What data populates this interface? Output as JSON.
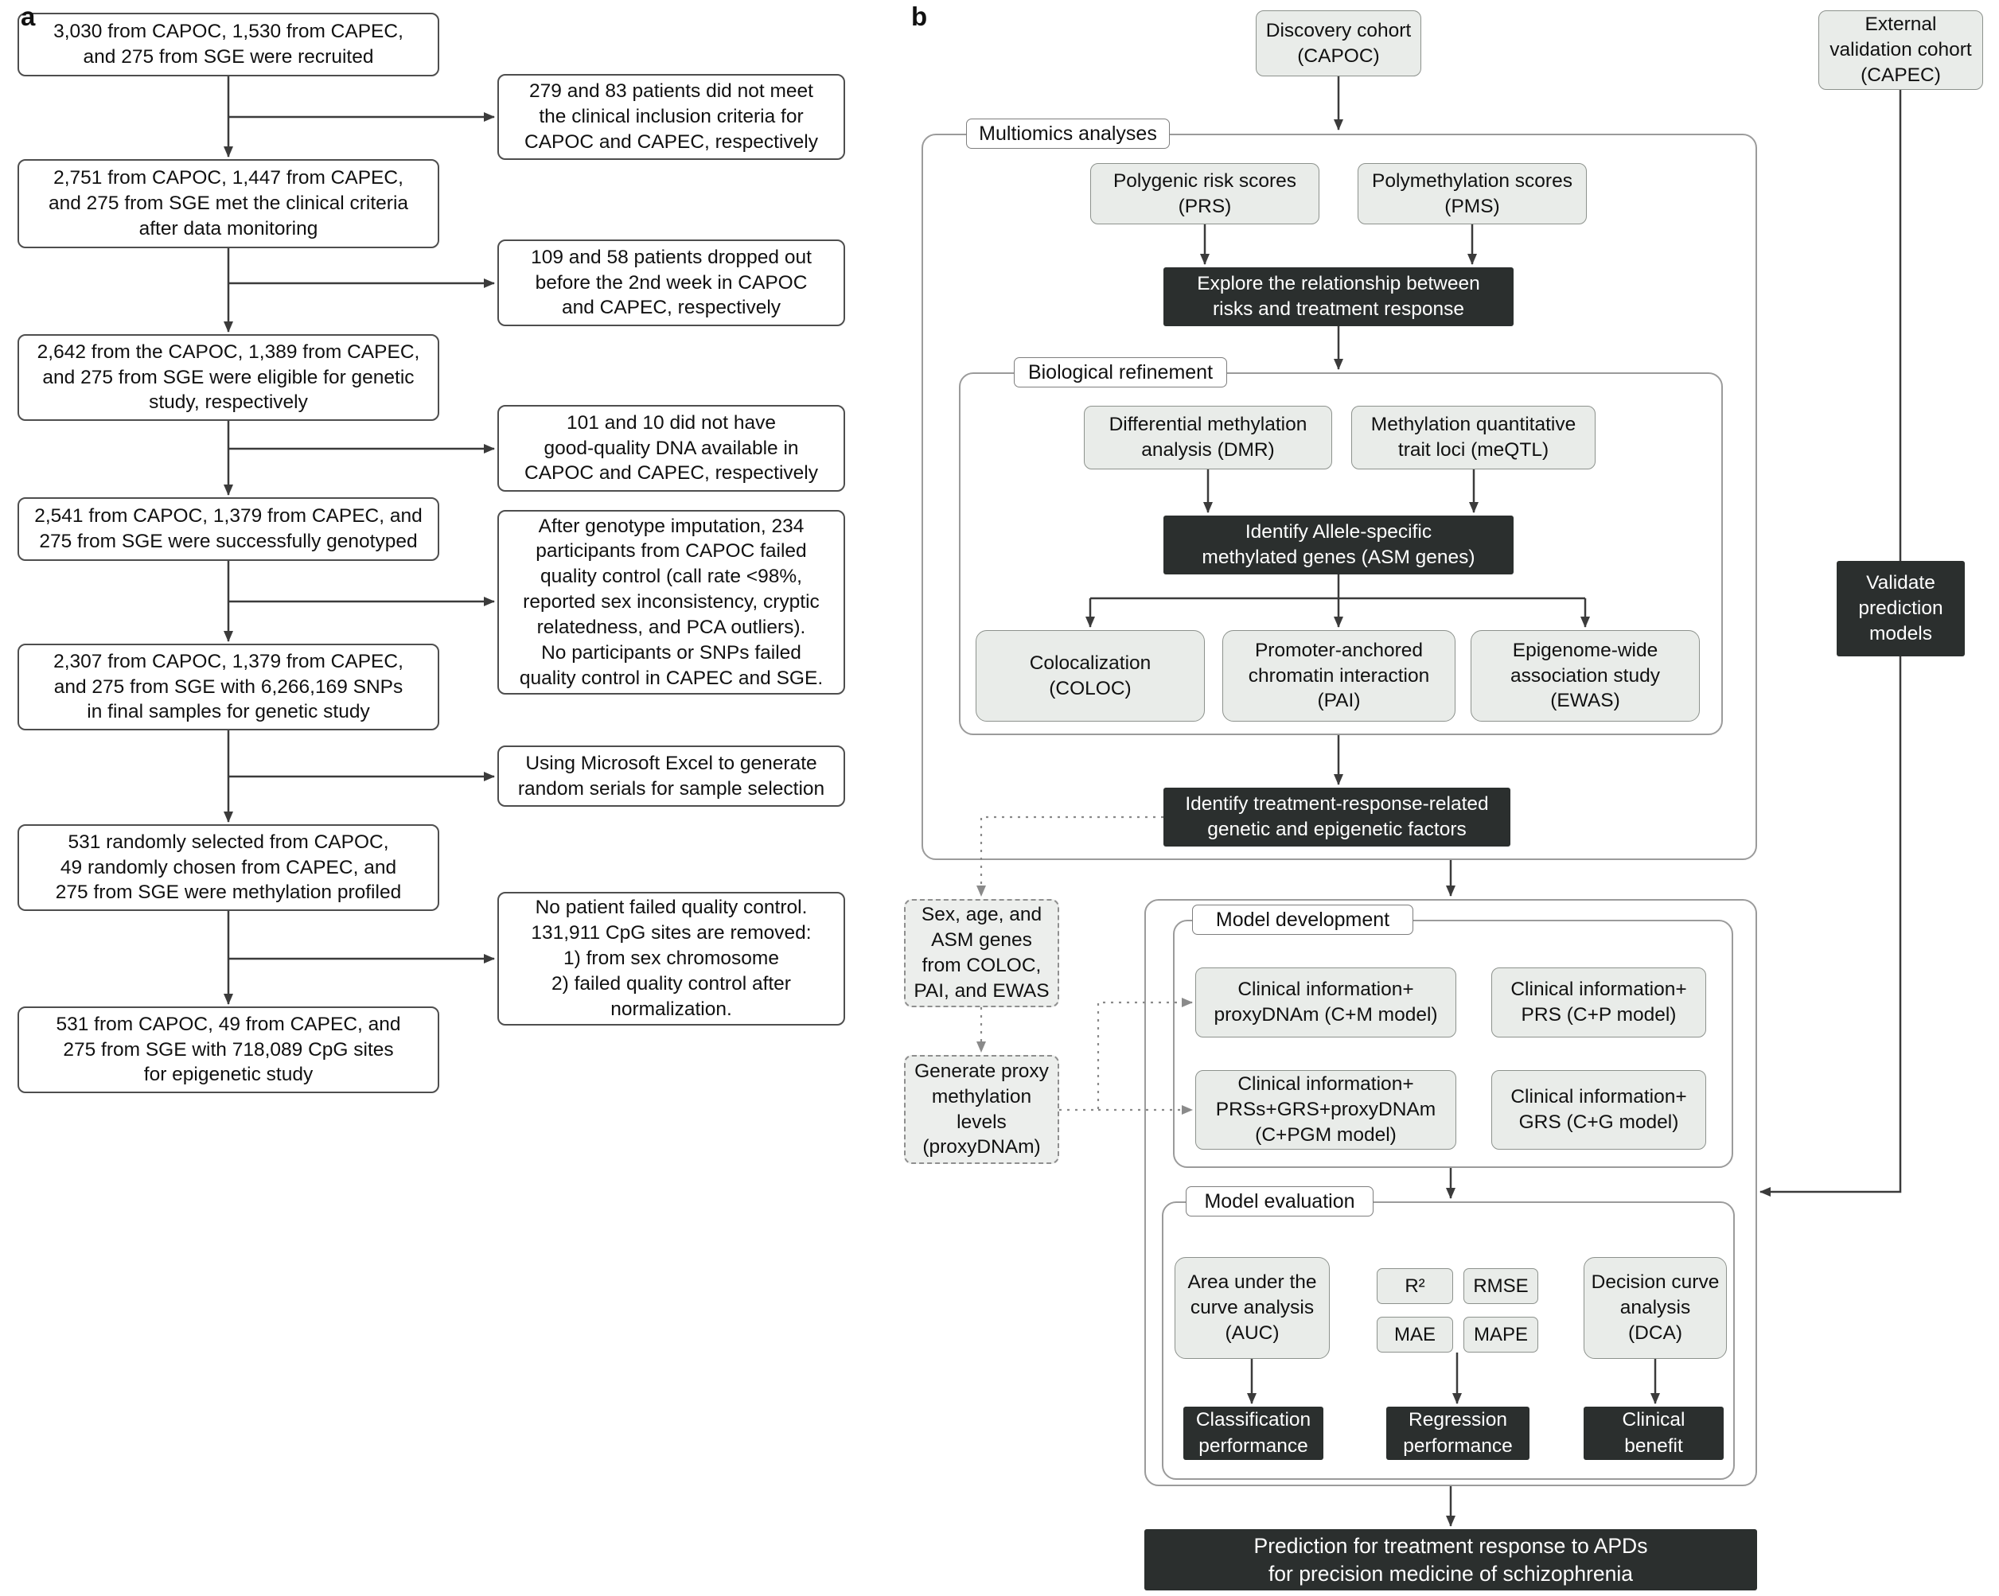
{
  "figure": {
    "panel_a_label": "a",
    "panel_b_label": "b"
  },
  "colors": {
    "dark_box": "#2b2f2e",
    "light_box": "#e9ece9",
    "line": "#3b3b3b",
    "dotted_line": "#8a8a8a"
  },
  "panel_a": {
    "main_boxes": [
      "3,030 from CAPOC, 1,530 from CAPEC,\nand 275 from SGE were recruited",
      "2,751 from CAPOC, 1,447 from CAPEC,\nand 275 from SGE met the clinical criteria\nafter data monitoring",
      "2,642 from the CAPOC, 1,389 from CAPEC,\nand 275 from SGE were eligible for genetic\nstudy, respectively",
      "2,541 from CAPOC, 1,379 from CAPEC, and\n275 from SGE were successfully genotyped",
      "2,307 from CAPOC, 1,379 from CAPEC,\nand 275 from SGE with 6,266,169 SNPs\nin final samples for genetic study",
      "531 randomly selected from CAPOC,\n49 randomly chosen from CAPEC, and\n275 from SGE were methylation profiled",
      "531 from CAPOC, 49 from CAPEC, and\n275 from SGE with 718,089 CpG sites\nfor epigenetic study"
    ],
    "side_boxes": [
      "279 and 83 patients did not meet\nthe clinical inclusion criteria for\nCAPOC and CAPEC, respectively",
      "109 and 58 patients dropped out\nbefore the 2nd week in CAPOC\nand CAPEC, respectively",
      "101 and 10 did not have\ngood-quality DNA available in\nCAPOC and CAPEC, respectively",
      "After genotype imputation, 234\nparticipants from CAPOC failed\nquality control (call rate <98%,\nreported sex inconsistency, cryptic\nrelatedness, and PCA outliers).\nNo participants or SNPs failed\nquality control in CAPEC and SGE.",
      "Using Microsoft Excel to generate\nrandom serials for sample selection",
      "No patient failed quality control.\n131,911 CpG sites are removed:\n1) from sex chromosome\n2) failed quality control after\nnormalization."
    ]
  },
  "panel_b": {
    "discovery_cohort": "Discovery cohort\n(CAPOC)",
    "external_validation": "External\nvalidation cohort\n(CAPEC)",
    "multiomics_label": "Multiomics analyses",
    "prs": "Polygenic risk scores\n(PRS)",
    "pms": "Polymethylation scores\n(PMS)",
    "explore": "Explore the relationship between\nrisks and treatment response",
    "biological_refinement_label": "Biological refinement",
    "dmr": "Differential methylation\nanalysis (DMR)",
    "meqtl": "Methylation quantitative\ntrait loci (meQTL)",
    "asm": "Identify Allele-specific\nmethylated genes (ASM genes)",
    "coloc": "Colocalization\n(COLOC)",
    "pai": "Promoter-anchored\nchromatin interaction\n(PAI)",
    "ewas": "Epigenome-wide\nassociation study\n(EWAS)",
    "identify_factors": "Identify treatment-response-related\ngenetic and epigenetic factors",
    "sex_age_asm": "Sex, age, and\nASM genes\nfrom COLOC,\nPAI, and EWAS",
    "generate_proxy": "Generate proxy\nmethylation\nlevels\n(proxyDNAm)",
    "validate_models": "Validate\nprediction\nmodels",
    "model_development_label": "Model development",
    "cm_model": "Clinical information+\nproxyDNAm (C+M model)",
    "cp_model": "Clinical information+\nPRS (C+P model)",
    "cpgm_model": "Clinical information+\nPRSs+GRS+proxyDNAm\n(C+PGM model)",
    "cg_model": "Clinical information+\nGRS (C+G model)",
    "model_evaluation_label": "Model evaluation",
    "auc": "Area under the\ncurve analysis\n(AUC)",
    "r2": "R²",
    "rmse": "RMSE",
    "mae": "MAE",
    "mape": "MAPE",
    "dca": "Decision curve\nanalysis (DCA)",
    "classification": "Classification\nperformance",
    "regression": "Regression\nperformance",
    "clinical_benefit": "Clinical benefit",
    "final_prediction": "Prediction for treatment response to APDs\nfor precision medicine of schizophrenia"
  }
}
